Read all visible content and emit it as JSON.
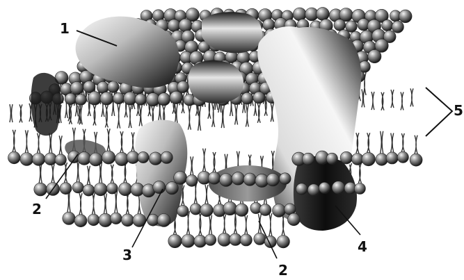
{
  "figure": {
    "labels": [
      {
        "id": "1",
        "text": "1"
      },
      {
        "id": "2a",
        "text": "2"
      },
      {
        "id": "2b",
        "text": "2"
      },
      {
        "id": "3",
        "text": "3"
      },
      {
        "id": "4",
        "text": "4"
      },
      {
        "id": "5",
        "text": "5"
      }
    ],
    "colors": {
      "ink": "#111111",
      "head_light": "#f2f2f2",
      "head_dark": "#1e1e1e",
      "protein_light": "#fafafa",
      "protein_dark": "#0d0d0d"
    }
  }
}
